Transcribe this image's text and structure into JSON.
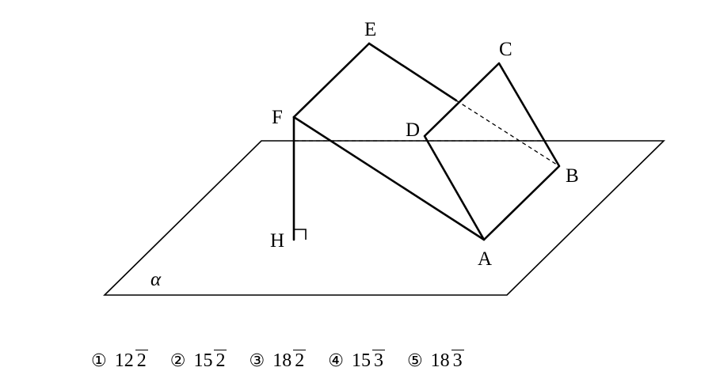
{
  "figure": {
    "plane_label": "α",
    "points": {
      "A": "A",
      "B": "B",
      "C": "C",
      "D": "D",
      "E": "E",
      "F": "F",
      "H": "H"
    }
  },
  "choices": [
    {
      "num": "①",
      "coef": "12",
      "rad": "2"
    },
    {
      "num": "②",
      "coef": "15",
      "rad": "2"
    },
    {
      "num": "③",
      "coef": "18",
      "rad": "2"
    },
    {
      "num": "④",
      "coef": "15",
      "rad": "3"
    },
    {
      "num": "⑤",
      "coef": "18",
      "rad": "3"
    }
  ]
}
